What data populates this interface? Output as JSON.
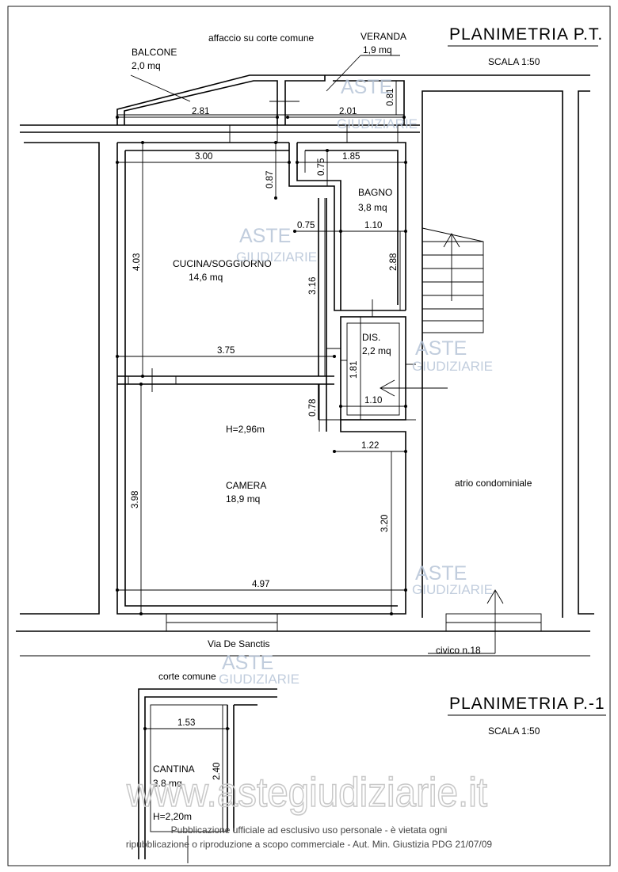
{
  "titles": {
    "ground_floor": "PLANIMETRIA P.T.",
    "ground_floor_scale": "SCALA 1:50",
    "basement": "PLANIMETRIA P.-1",
    "basement_scale": "SCALA 1:50"
  },
  "rooms": {
    "balcone_name": "BALCONE",
    "balcone_area": "2,0 mq",
    "veranda_name": "VERANDA",
    "veranda_area": "1,9 mq",
    "bagno_name": "BAGNO",
    "bagno_area": "3,8 mq",
    "cucina_name": "CUCINA/SOGGIORNO",
    "cucina_area": "14,6 mq",
    "dis_name": "DIS.",
    "dis_area": "2,2 mq",
    "camera_name": "CAMERA",
    "camera_area": "18,9 mq",
    "camera_height": "H=2,96m",
    "atrio": "atrio condominiale",
    "cantina_name": "CANTINA",
    "cantina_area": "3.8 mq",
    "cantina_height": "H=2,20m"
  },
  "street_labels": {
    "affaccio": "affaccio su corte comune",
    "via": "Via De Sanctis",
    "civico": "civico n.18",
    "corte_comune": "corte comune"
  },
  "dimensions": {
    "balcone_width": "2.81",
    "veranda_width": "2.01",
    "veranda_depth": "0.81",
    "cucina_width": "3.00",
    "bagno_width_top": "1.85",
    "wall_087": "0.87",
    "wall_075_vertical": "0.75",
    "wall_075_horizontal": "0.75",
    "bagno_width": "1.10",
    "cucina_height": "4.03",
    "bagno_height": "2.88",
    "cucina_inner": "3.16",
    "cucina_length": "3.75",
    "dis_height": "1.81",
    "dis_width": "1.10",
    "wall_078": "0.78",
    "camera_notch": "1.22",
    "camera_height": "3.98",
    "camera_inner": "3.20",
    "camera_width": "4.97",
    "cantina_width": "1.53",
    "cantina_depth": "2.40"
  },
  "watermarks": {
    "aste": "ASTE",
    "giudiziarie": "GIUDIZIARIE",
    "site": "www.astegiudiziarie.it"
  },
  "footer": {
    "line1": "Pubblicazione ufficiale ad esclusivo uso personale - è vietata ogni",
    "line2": "ripubblicazione o riproduzione a scopo commerciale - Aut. Min. Giustizia PDG 21/07/09"
  }
}
